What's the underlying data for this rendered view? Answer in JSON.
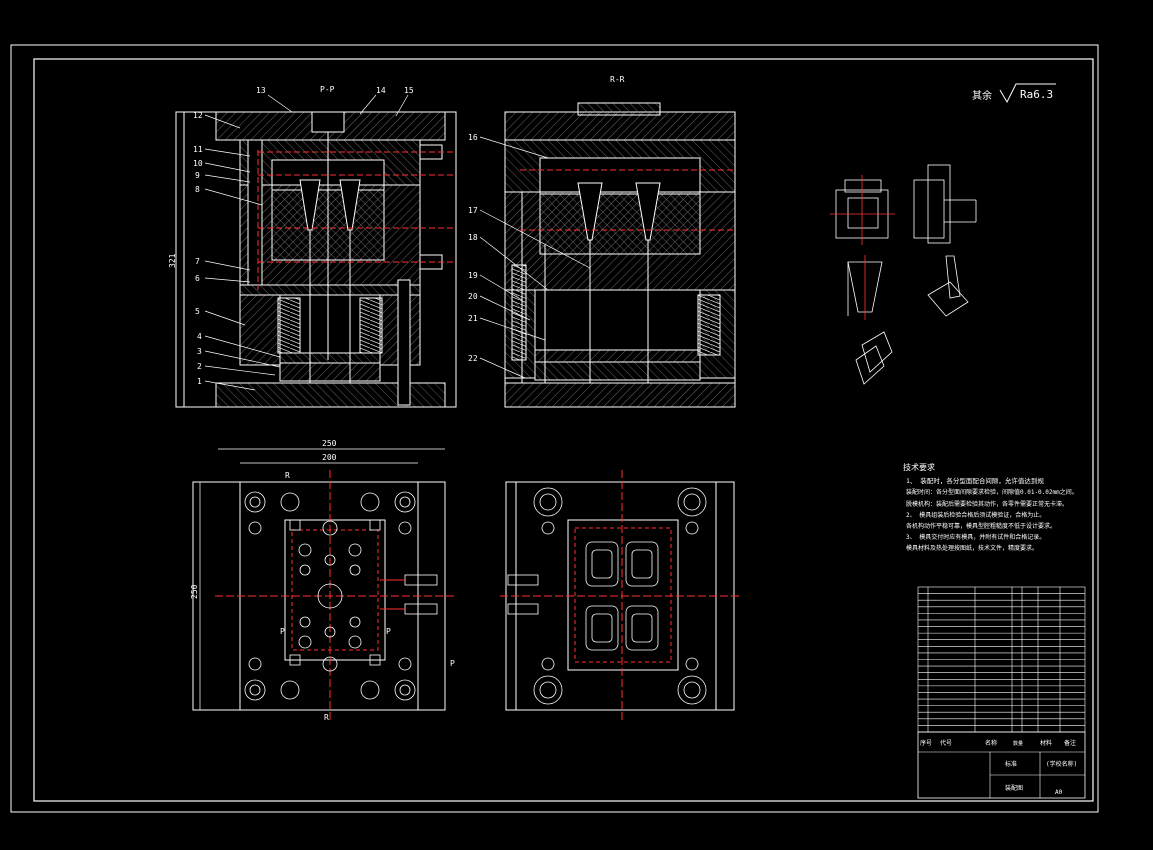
{
  "sections": {
    "pp": "P-P",
    "rr": "R-R"
  },
  "roughness": {
    "prefix": "其余",
    "value": "Ra6.3"
  },
  "dimensions": {
    "overall_height": "321",
    "width_outer": "250",
    "width_inner": "200",
    "height_plan": "250"
  },
  "callouts_left": [
    "1",
    "2",
    "3",
    "4",
    "5",
    "6",
    "7",
    "8",
    "9",
    "10",
    "11",
    "12"
  ],
  "callouts_top": [
    "13",
    "14",
    "15"
  ],
  "callouts_right": [
    "16",
    "17",
    "18",
    "19",
    "20",
    "21",
    "22"
  ],
  "plan_marks": {
    "p_right": "P",
    "p_left": "P",
    "r_top": "R",
    "r_bottom": "R",
    "p_far": "P"
  },
  "notes": {
    "title": "技术要求",
    "lines": [
      "1、 装配时，各分型面配合间隙，允许值达到规",
      "装配时间：各分型面间隙要求检验，间隙值0.01-0.02mm之间。",
      "脱模机构：装配后需要检验其动作，各零件需要正常无卡滞。",
      "2、 模具组装后检验合格后须试模验证，合格为止。",
      "各机构动作平稳可靠，模具型腔粗糙度不低于设计要求。",
      "3、 模具交付时应有模具，并附有试件和合格记录。",
      "模具材料及热处理按图纸，技术文件，精度要求。"
    ]
  },
  "title_block": {
    "name_label": "标准",
    "drawing_label": "装配图",
    "sheet": "A0",
    "material_label": "(学校名称)",
    "header": [
      "序号",
      "代号",
      "名称",
      "数量",
      "材料",
      "备注"
    ]
  },
  "colors": {
    "line": "#ffffff",
    "hatch": "#bbbbbb",
    "center": "#ff3030"
  }
}
